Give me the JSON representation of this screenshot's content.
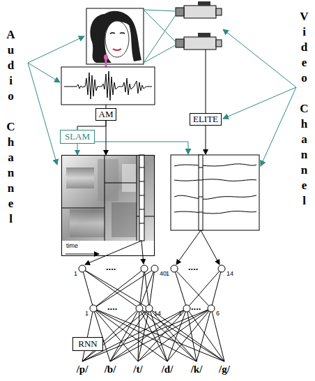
{
  "diagram": {
    "nodes": [
      {
        "text": [
          "AM"
        ]
      },
      {
        "text": [
          "SLAM"
        ]
      },
      {
        "text": [
          "ELITE"
        ]
      },
      {
        "text": [
          "time"
        ]
      },
      {
        "text": [
          "RNN"
        ]
      }
    ],
    "edges": [
      {
        "from": 0,
        "to": 3,
        "arrow": "to"
      },
      {
        "from": 0,
        "to": 1,
        "arrow": "none"
      },
      {
        "from": 1,
        "to": 3,
        "arrow": "to"
      }
    ],
    "labels": [
      "Audio Channel",
      "Video Channel",
      "1",
      "....",
      "40",
      "1",
      "....",
      "14",
      "1",
      "....",
      "14",
      "1",
      "....",
      "6",
      "/p/",
      "/b/",
      "/t/",
      "/d/",
      "/k/",
      "/g/"
    ]
  }
}
